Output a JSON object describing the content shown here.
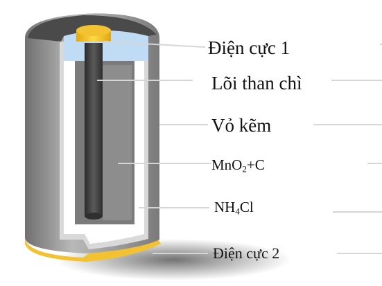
{
  "labels": {
    "electrode_top": "Điện cực 1",
    "graphite_core": "Lõi than chì",
    "zinc_case": "Vỏ kẽm",
    "mno2": {
      "main": "MnO",
      "sub": "2",
      "tail": "+C"
    },
    "nh4cl": {
      "main": "NH",
      "sub": "4",
      "tail": "Cl"
    },
    "electrode_bottom": "Điện cực 2"
  },
  "colors": {
    "casing_outer": "#9a9a9a",
    "casing_inner": "#d9d9d9",
    "electrolyte_nh4cl": "#ffffff",
    "mno2_layer": "#7b7b7b",
    "graphite_rod": "#3f3f3f",
    "top_seal": "#bfdcf4",
    "terminal_gold": "#f2c230",
    "leader_line": "#d6d6d6"
  }
}
